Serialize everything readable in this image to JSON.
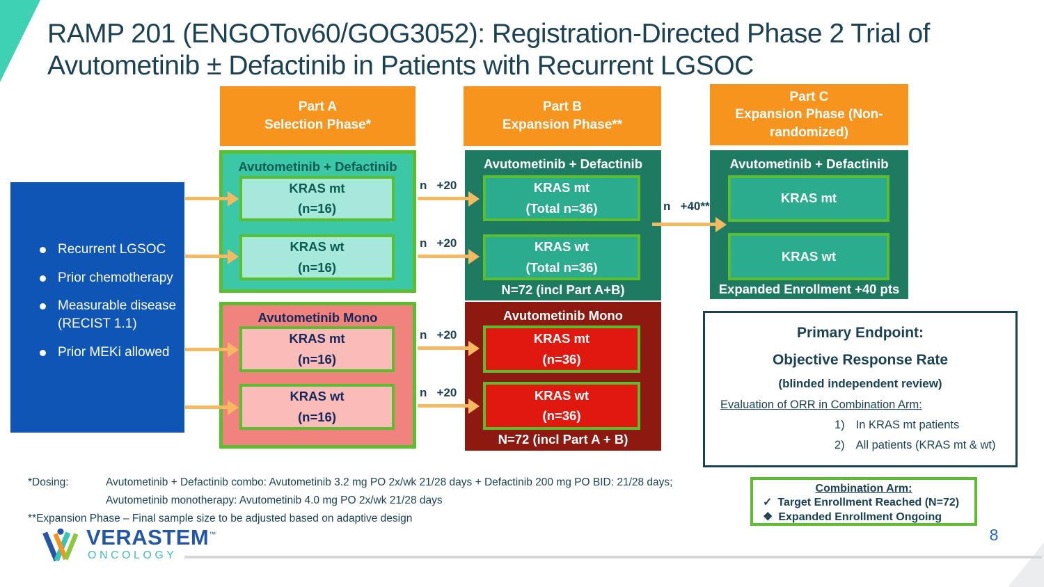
{
  "title": {
    "line1": "RAMP 201 (ENGOTov60/GOG3052): Registration-Directed Phase 2 Trial of",
    "line2": "Avutometinib ± Defactinib in Patients with Recurrent LGSOC"
  },
  "headers": {
    "part_a": {
      "line1": "Part A",
      "line2": "Selection Phase*"
    },
    "part_b": {
      "line1": "Part B",
      "line2": "Expansion Phase**"
    },
    "part_c": {
      "line1": "Part C",
      "line2": "Expansion Phase (Non-randomized)"
    }
  },
  "eligibility": {
    "items": [
      "Recurrent LGSOC",
      "Prior chemotherapy",
      "Measurable disease (RECIST 1.1)",
      "Prior MEKi allowed"
    ]
  },
  "part_a": {
    "combo": {
      "title": "Avutometinib + Defactinib",
      "kras_mt": {
        "line1": "KRAS mt",
        "line2": "(n=16)"
      },
      "kras_wt": {
        "line1": "KRAS wt",
        "line2": "(n=16)"
      }
    },
    "mono": {
      "title": "Avutometinib Mono",
      "kras_mt": {
        "line1": "KRAS mt",
        "line2": "(n=16)"
      },
      "kras_wt": {
        "line1": "KRAS wt",
        "line2": "(n=16)"
      }
    }
  },
  "part_b": {
    "combo": {
      "title": "Avutometinib + Defactinib",
      "kras_mt": {
        "line1": "KRAS mt",
        "line2": "(Total n=36)"
      },
      "kras_wt": {
        "line1": "KRAS wt",
        "line2": "(Total n=36)"
      },
      "total": "N=72 (incl Part A+B)"
    },
    "mono": {
      "title": "Avutometinib Mono",
      "kras_mt": {
        "line1": "KRAS mt",
        "line2": "(n=36)"
      },
      "kras_wt": {
        "line1": "KRAS wt",
        "line2": "(n=36)"
      },
      "total": "N=72 (incl Part A + B)"
    }
  },
  "part_c": {
    "combo": {
      "title": "Avutometinib + Defactinib",
      "kras_mt": "KRAS mt",
      "kras_wt": "KRAS wt",
      "total": "Expanded Enrollment +40 pts"
    }
  },
  "flow_labels": {
    "a_to_b": "n   +20",
    "b_to_c": "n   +40**"
  },
  "endpoint": {
    "title": "Primary Endpoint:",
    "subtitle": "Objective Response Rate",
    "parenthetical": "(blinded independent review)",
    "evaluation": "Evaluation of ORR in Combination Arm:",
    "items": [
      {
        "num": "1)",
        "text": "In KRAS mt patients"
      },
      {
        "num": "2)",
        "text": "All patients (KRAS mt & wt)"
      }
    ]
  },
  "combination_arm": {
    "title": "Combination Arm:",
    "items": [
      {
        "icon": "✓",
        "text": "Target Enrollment Reached (N=72)"
      },
      {
        "icon": "❖",
        "text": "Expanded Enrollment Ongoing"
      }
    ]
  },
  "footnotes": {
    "dosing_label": "*Dosing:",
    "dosing_line1": "Avutometinib + Defactinib combo: Avutometinib 3.2 mg PO 2x/wk 21/28 days + Defactinib 200 mg PO BID: 21/28 days;",
    "dosing_line2": "Avutometinib monotherapy: Avutometinib 4.0 mg PO 2x/wk 21/28 days",
    "expansion_note": "**Expansion Phase – Final sample size to be adjusted based on adaptive design"
  },
  "logo": {
    "brand": "VERASTEM",
    "trademark": "™",
    "division": "ONCOLOGY"
  },
  "page_number": "8",
  "colors": {
    "orange": "#F7941E",
    "green": "#5BBE2F",
    "teal_a": "#3BC8A7",
    "teal_b": "#2BAC8E",
    "dkgreen": "#1F7A62",
    "salmon": "#F0837D",
    "dkred": "#8D1910",
    "red": "#E0180F",
    "blue": "#0F55B6",
    "navy": "#1B4254",
    "teal_text": "#0A5B53",
    "mono_text": "#14285C",
    "arrow": "#F5BA61",
    "teal_accent": "#3ED1B4",
    "pageblue": "#1C67CB"
  }
}
